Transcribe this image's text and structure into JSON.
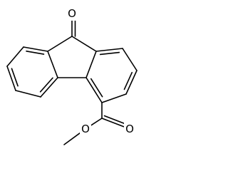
{
  "molecule": {
    "atoms": {
      "ketone_oxygen": "O",
      "ester_carbonyl_oxygen": "O",
      "ester_ether_oxygen": "O"
    }
  },
  "colors": {
    "background": "#ffffff",
    "bond": "#000000",
    "label": "#000000"
  }
}
